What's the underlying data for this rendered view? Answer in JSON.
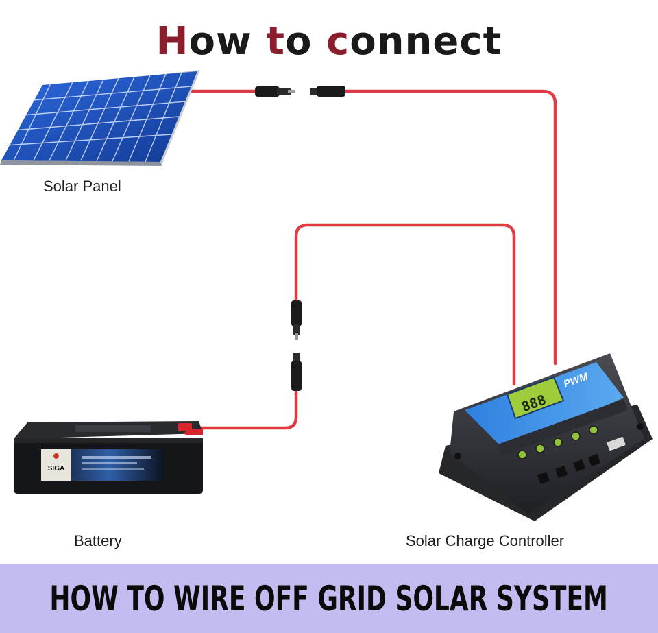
{
  "title": {
    "segments": [
      {
        "text": "H",
        "accent": true
      },
      {
        "text": "ow ",
        "accent": false
      },
      {
        "text": "t",
        "accent": true
      },
      {
        "text": "o ",
        "accent": false
      },
      {
        "text": "c",
        "accent": true
      },
      {
        "text": "onnect",
        "accent": false
      }
    ]
  },
  "labels": {
    "solar_panel": "Solar Panel",
    "battery": "Battery",
    "controller": "Solar Charge Controller"
  },
  "battery_brand": "SIGA",
  "controller_badge": "PWM",
  "lcd_reading": "888",
  "banner": "HOW TO WIRE OFF GRID SOLAR SYSTEM",
  "colors": {
    "title_accent": "#8b1e2d",
    "title_text": "#1a1a1a",
    "wire": "#e03a45",
    "panel_blue": "#1f4fb8",
    "banner_bg": "#c3bcf0",
    "controller_face": "#3d8fe0",
    "lcd": "#9fcc3c"
  },
  "icons": [
    "solar-panel-icon",
    "battery-icon",
    "charge-controller-icon",
    "mc4-connector-icon"
  ]
}
